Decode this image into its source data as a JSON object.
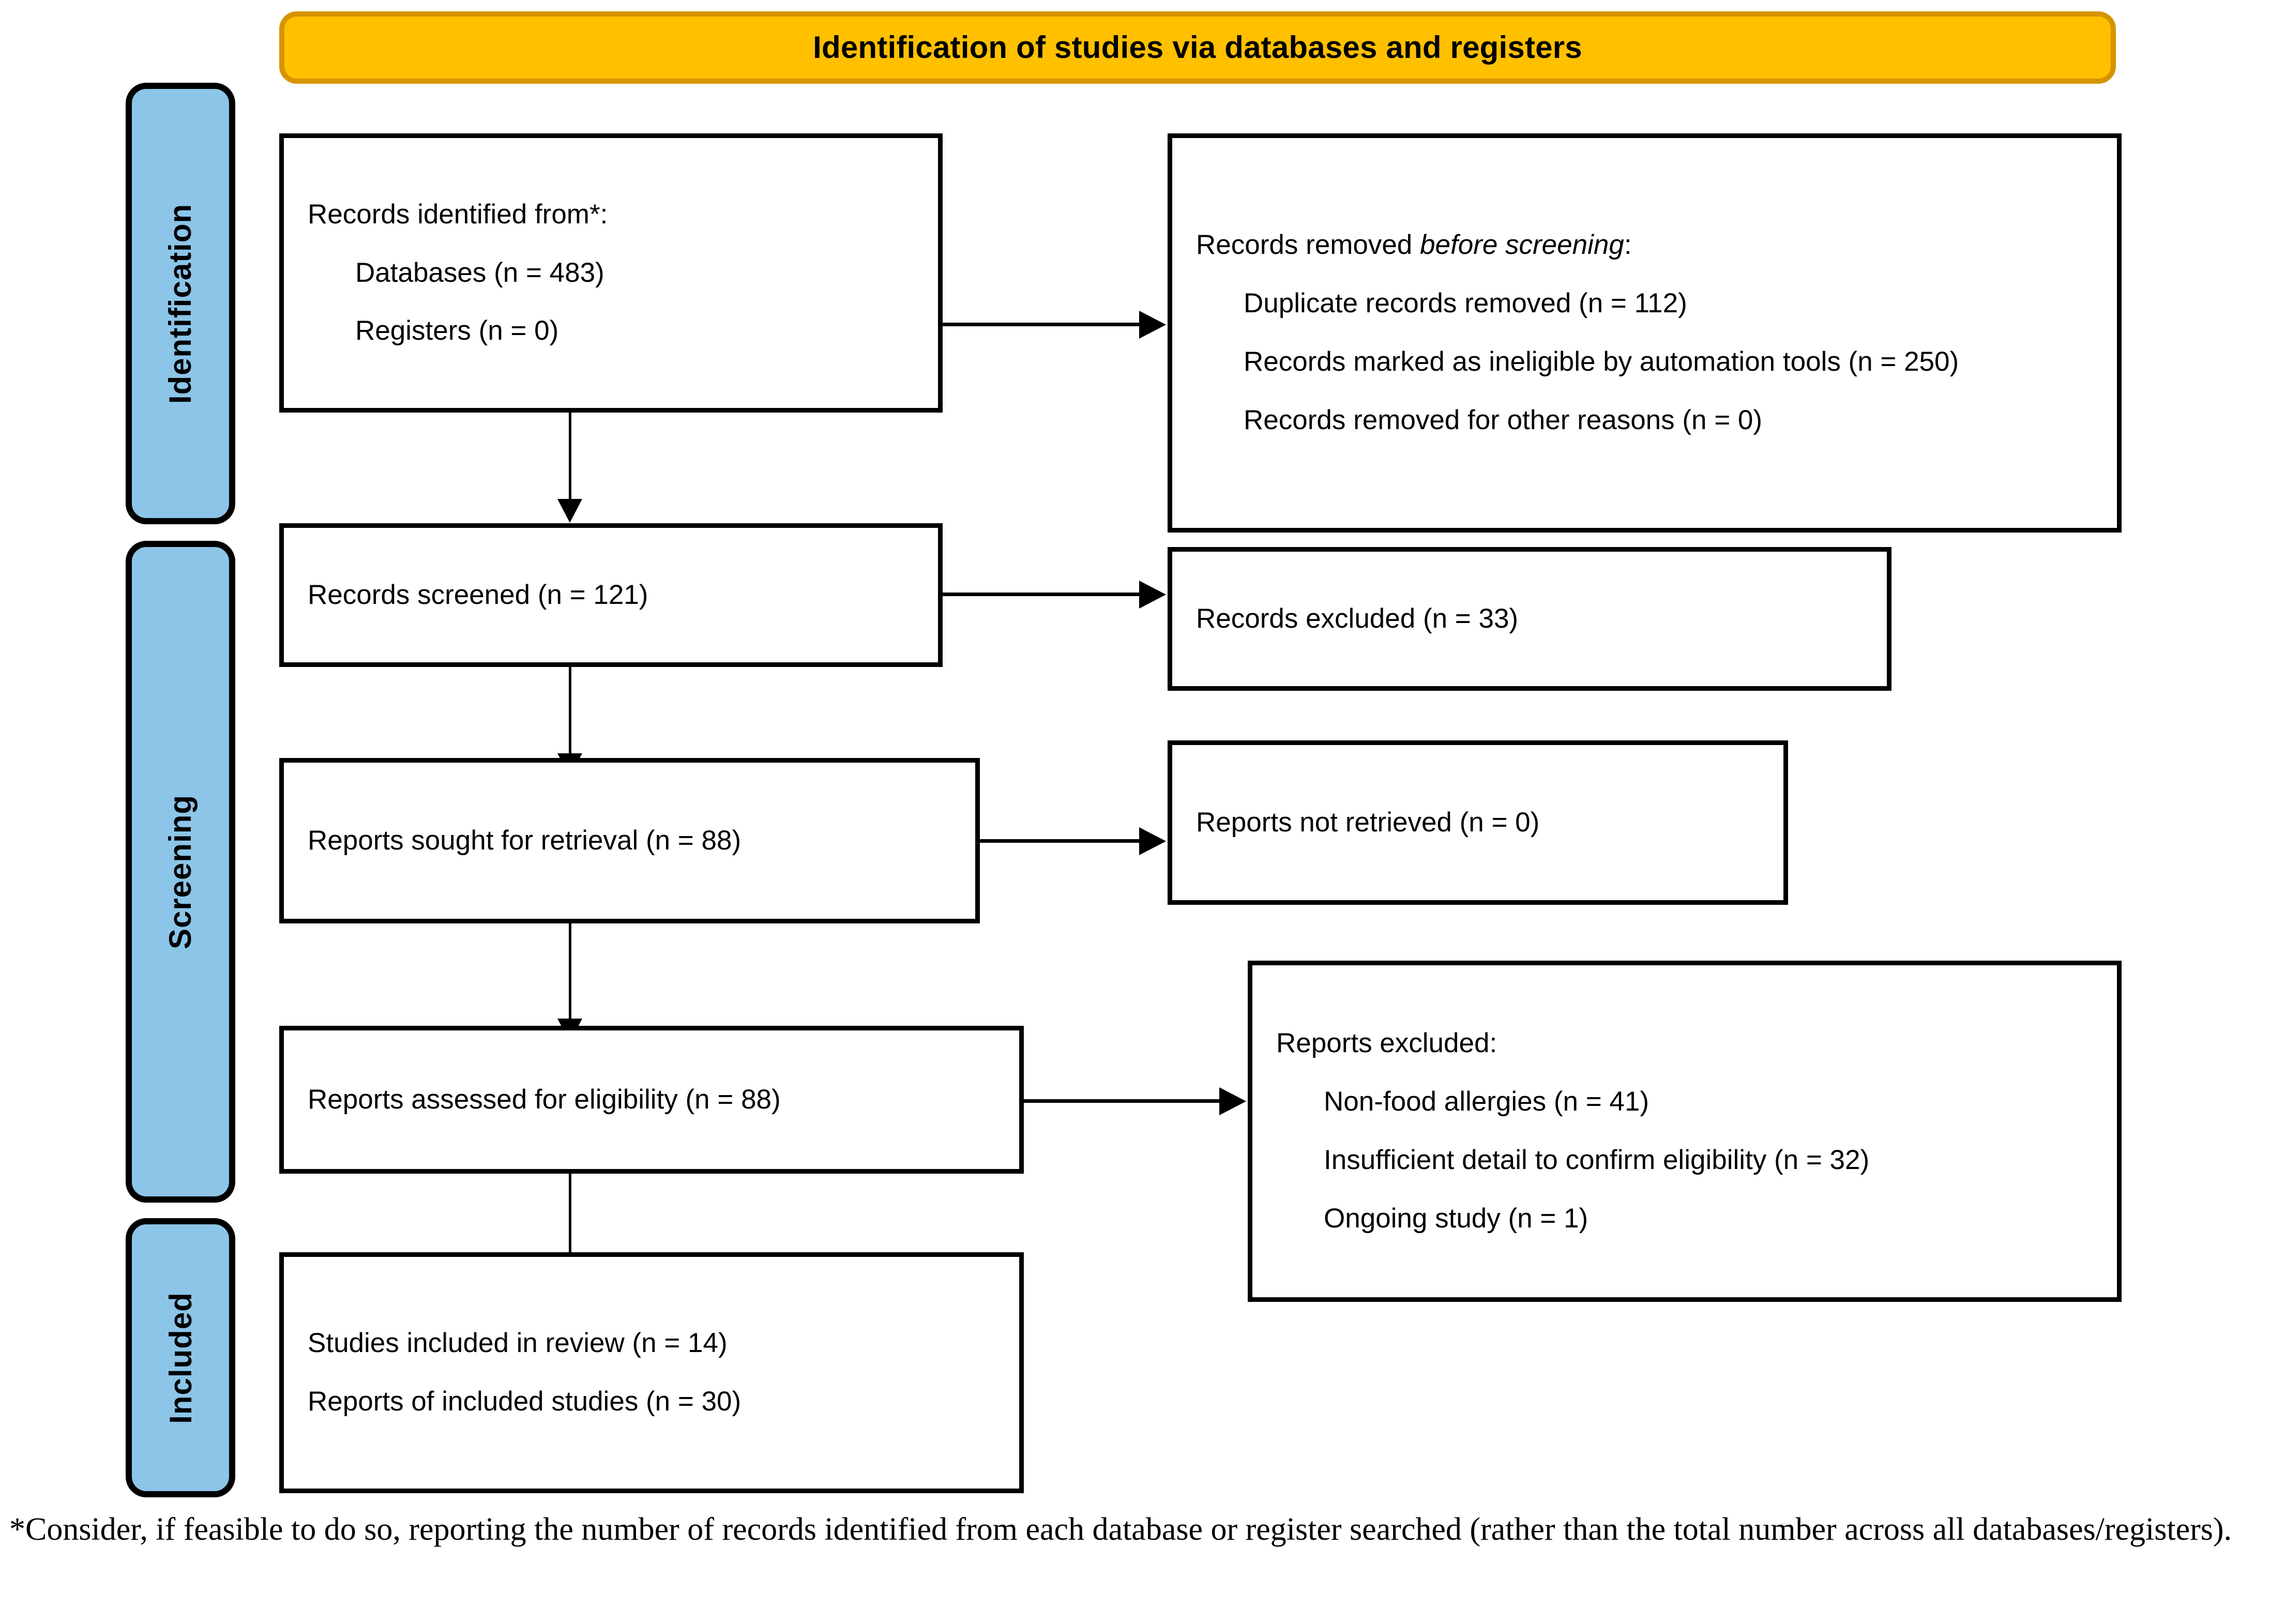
{
  "banner": {
    "title": "Identification of studies via databases and registers"
  },
  "stages": [
    {
      "id": "identification",
      "label": "Identification"
    },
    {
      "id": "screening",
      "label": "Screening"
    },
    {
      "id": "included",
      "label": "Included"
    }
  ],
  "nodes": {
    "records_identified": {
      "heading": "Records identified from*:",
      "items": [
        "Databases (n = 483)",
        "Registers (n = 0)"
      ]
    },
    "records_removed": {
      "heading_prefix": "Records removed ",
      "heading_italic": "before screening",
      "heading_suffix": ":",
      "items": [
        "Duplicate records removed (n = 112)",
        "Records marked as ineligible by automation tools (n = 250)",
        "Records removed for other reasons (n = 0)"
      ]
    },
    "records_screened": {
      "text": "Records screened (n = 121)"
    },
    "records_excluded": {
      "text": "Records excluded (n = 33)"
    },
    "reports_sought": {
      "text": "Reports sought for retrieval (n = 88)"
    },
    "reports_not_retrieved": {
      "text": "Reports not retrieved (n = 0)"
    },
    "reports_assessed": {
      "text": "Reports assessed for eligibility (n = 88)"
    },
    "reports_excluded": {
      "heading": "Reports excluded:",
      "items": [
        "Non-food allergies (n = 41)",
        "Insufficient detail to confirm eligibility (n = 32)",
        "Ongoing study (n = 1)"
      ]
    },
    "studies_included": {
      "items": [
        "Studies included in review (n = 14)",
        "Reports of included studies (n = 30)"
      ]
    }
  },
  "footnote": {
    "text": "*Consider, if feasible to do so, reporting the number of records identified from each database or register searched (rather than the total number across all databases/registers)."
  },
  "colors": {
    "banner_fill": "#FFC000",
    "banner_border": "#D69400",
    "stage_fill": "#8CC5E8",
    "node_border": "#000000",
    "text": "#000000"
  }
}
